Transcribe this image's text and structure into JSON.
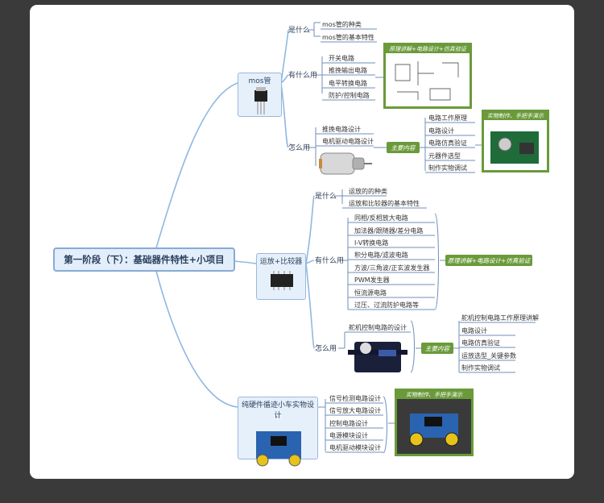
{
  "root": "第一阶段（下）：基础器件特性+小项目",
  "branches": {
    "mos": {
      "title": "mos管",
      "what_label": "是什么",
      "what_items": [
        "mos管的种类",
        "mos管的基本特性"
      ],
      "use_label": "有什么用",
      "use_items": [
        "开关电路",
        "推挽输出电路",
        "电平转换电路",
        "防护/控制电路"
      ],
      "use_figure_caption": "原理讲解+电路设计+仿真验证",
      "how_label": "怎么用",
      "how_items": [
        "推挽电路设计",
        "电机驱动电路设计"
      ],
      "how_badge": "主要内容",
      "how_content": [
        "电路工作原理",
        "电路设计",
        "电路仿真验证",
        "元器件选型",
        "制作实物调试"
      ],
      "how_figure_caption": "实物制作、手把手演示"
    },
    "opamp": {
      "title": "运放+比较器",
      "what_label": "是什么",
      "what_items": [
        "运放的的种类",
        "运放和比较器的基本特性"
      ],
      "use_label": "有什么用",
      "use_items": [
        "同相/反相放大电路",
        "加法器/跟随器/差分电路",
        "I-V转换电路",
        "积分电路/滤波电路",
        "方波/三角波/正玄波发生器",
        "PWM发生器",
        "恒流源电路",
        "过压、过流防护电路等"
      ],
      "use_badge": "原理讲解+电路设计+仿真验证",
      "how_label": "怎么用",
      "how_items": [
        "舵机控制电路的设计"
      ],
      "how_badge": "主要内容",
      "how_content": [
        "舵机控制电路工作原理讲解",
        "电路设计",
        "电路仿真验证",
        "运放选型_关键参数",
        "制作实物调试"
      ]
    },
    "car": {
      "title": "纯硬件循迹小车实物设计",
      "items": [
        "信号检测电路设计",
        "信号放大电路设计",
        "控制电路设计",
        "电源模块设计",
        "电机驱动模块设计"
      ],
      "figure_caption": "实物制作、手把手演示"
    }
  },
  "colors": {
    "background": "#3a3a3a",
    "card": "#ffffff",
    "branch_line": "#8fb8e0",
    "leaf_line": "#6f8fb8",
    "green_accent": "#6a9a3a",
    "box_fill": "#e6f0fb"
  }
}
